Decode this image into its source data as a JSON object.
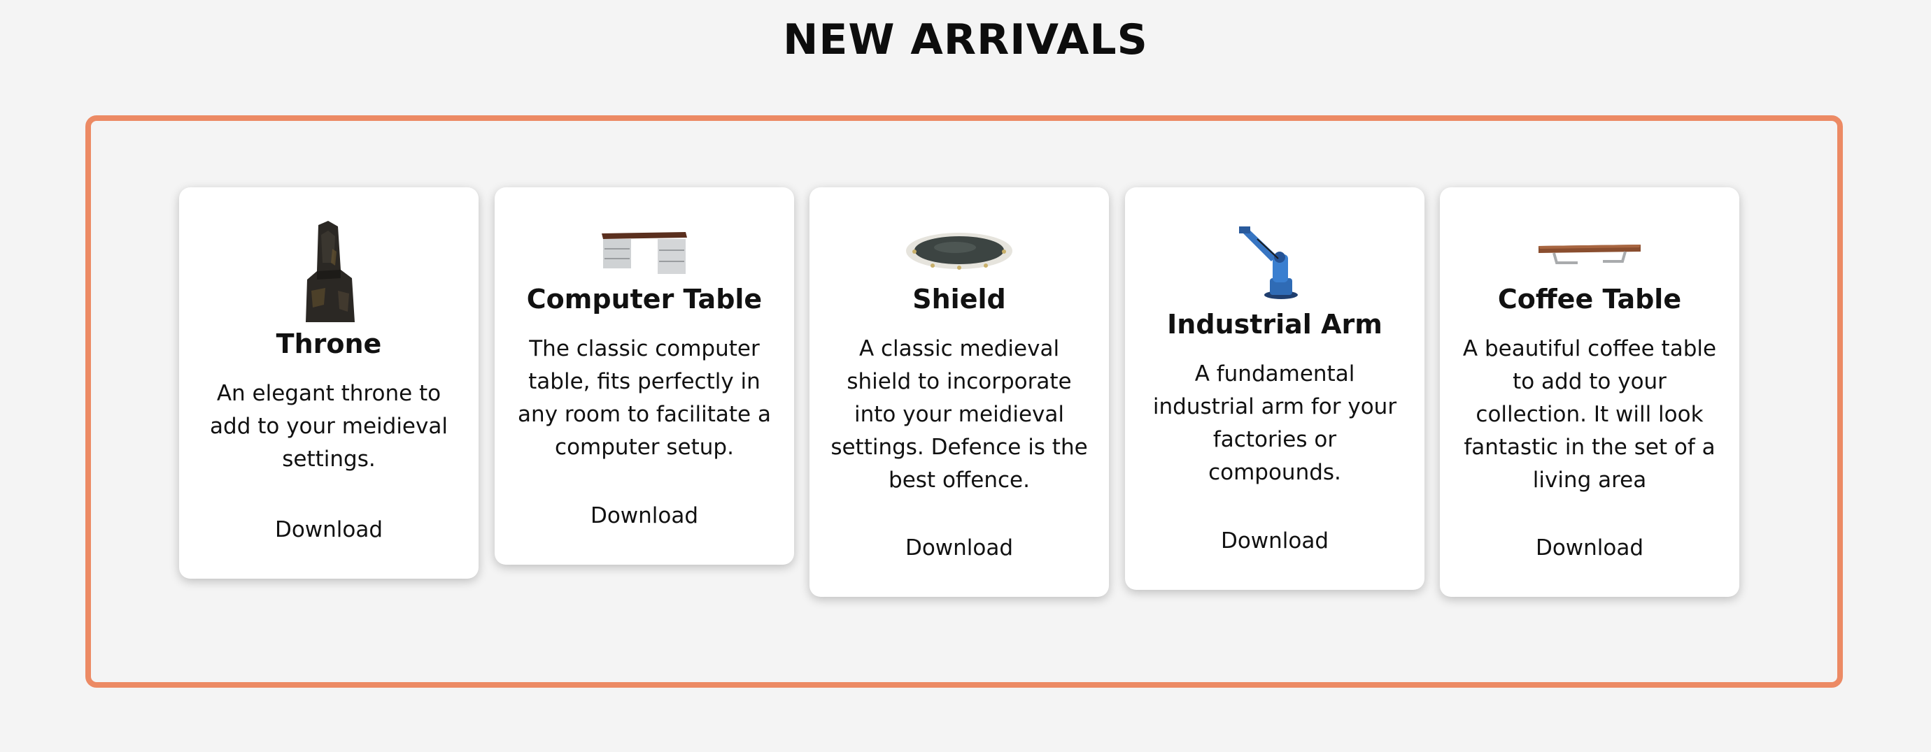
{
  "header": {
    "title": "NEW ARRIVALS"
  },
  "colors": {
    "background": "#f4f4f4",
    "frame_border": "#ec8a64",
    "card_background": "#ffffff"
  },
  "products": [
    {
      "name": "Throne",
      "description": "An elegant throne to add to your meidieval settings.",
      "action": "Download",
      "icon": "throne-model-icon"
    },
    {
      "name": "Computer Table",
      "description": "The classic computer table, fits perfectly in any room to facilitate a computer setup.",
      "action": "Download",
      "icon": "computer-table-model-icon"
    },
    {
      "name": "Shield",
      "description": "A classic medieval shield to incorporate into your meidieval settings. Defence is the best offence.",
      "action": "Download",
      "icon": "shield-model-icon"
    },
    {
      "name": "Industrial Arm",
      "description": "A fundamental industrial arm for your factories or compounds.",
      "action": "Download",
      "icon": "industrial-arm-model-icon"
    },
    {
      "name": "Coffee Table",
      "description": "A beautiful coffee table to add to your collection. It will look fantastic in the set of a living area",
      "action": "Download",
      "icon": "coffee-table-model-icon"
    }
  ]
}
